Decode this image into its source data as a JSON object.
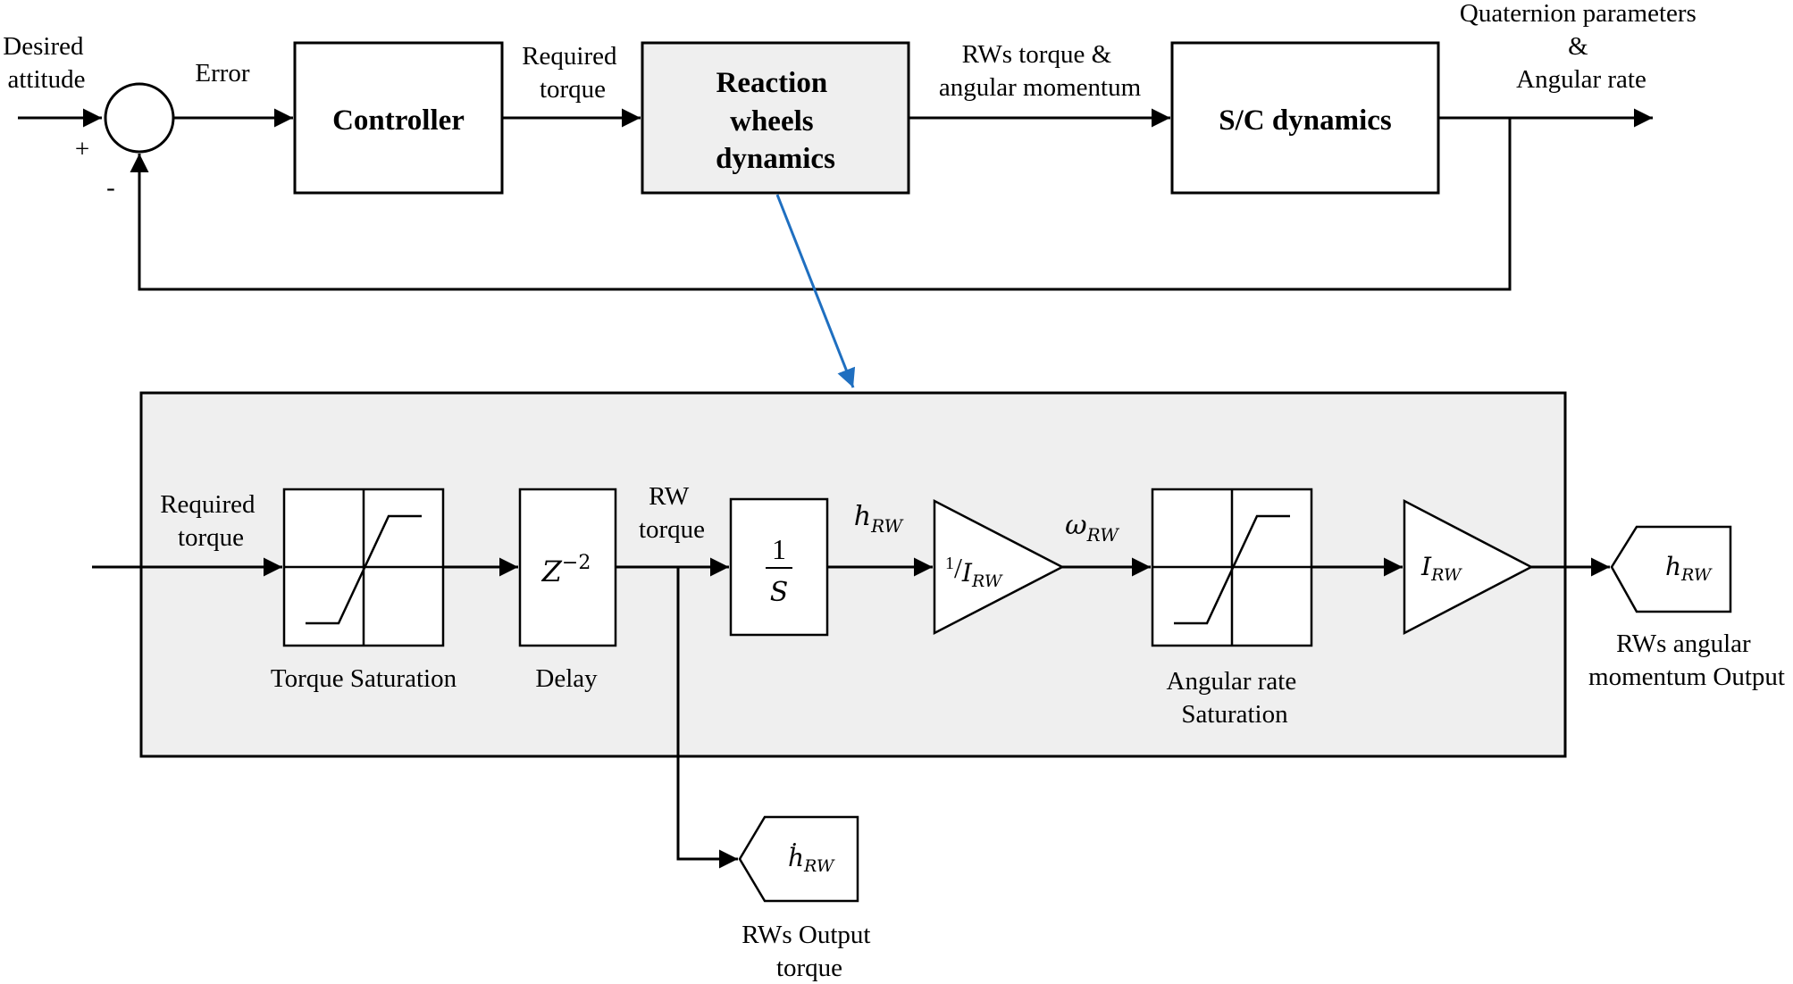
{
  "colors": {
    "line": "#000000",
    "fill_block": "#efefef",
    "detail_arrow": "#1f6fc0"
  },
  "top": {
    "input_label": [
      "Desired",
      "attitude"
    ],
    "plus": "+",
    "minus": "-",
    "error_label": "Error",
    "controller": "Controller",
    "required_torque": [
      "Required",
      "torque"
    ],
    "reaction_wheels": [
      "Reaction",
      "wheels",
      "dynamics"
    ],
    "rw_torque_momentum": [
      "RWs torque &",
      "angular momentum"
    ],
    "sc_dynamics": "S/C dynamics",
    "output_label": [
      "Quaternion parameters",
      "&",
      "Angular rate"
    ]
  },
  "detail": {
    "required_torque": [
      "Required",
      "torque"
    ],
    "torque_saturation": "Torque Saturation",
    "delay_symbol": {
      "base": "Z",
      "exp": "−2"
    },
    "delay": "Delay",
    "rw_torque": [
      "RW",
      "torque"
    ],
    "integrator": {
      "num": "1",
      "den": "S"
    },
    "h_rw": {
      "base": "h",
      "sub": "RW"
    },
    "gain_inv": {
      "num": "1",
      "slash": "/",
      "base": "I",
      "sub": "RW"
    },
    "omega_rw": {
      "base": "ω",
      "sub": "RW"
    },
    "angular_rate_saturation": [
      "Angular rate",
      "Saturation"
    ],
    "gain": {
      "base": "I",
      "sub": "RW"
    },
    "out_momentum_port": {
      "base": "h",
      "sub": "RW"
    },
    "out_momentum_label": [
      "RWs angular",
      "momentum Output"
    ],
    "out_torque_port": {
      "base": "ḣ",
      "sub": "RW"
    },
    "out_torque_label": [
      "RWs Output",
      "torque"
    ]
  }
}
